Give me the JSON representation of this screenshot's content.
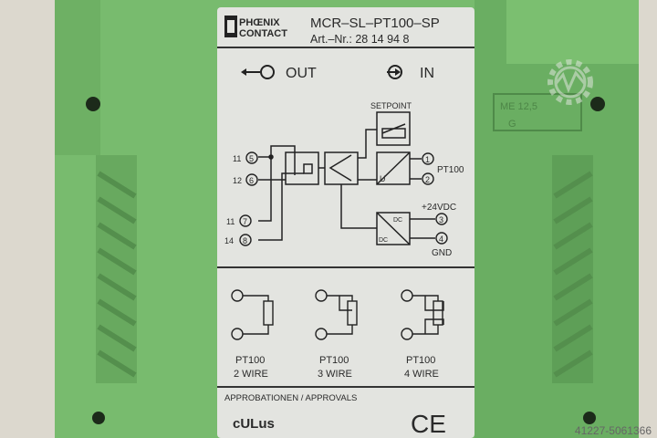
{
  "label": {
    "brand_line1": "PHŒNIX",
    "brand_line2": "CONTACT",
    "model": "MCR–SL–PT100–SP",
    "art_nr": "Art.–Nr.:  28  14  94  8",
    "out_label": "OUT",
    "in_label": "IN",
    "setpoint": "SETPOINT",
    "pt100": "PT100",
    "supply": "+24VDC",
    "gnd": "GND",
    "u": "U",
    "dc_top": "DC",
    "dc_bottom": "DC",
    "terminals_left": [
      {
        "name": "11",
        "num": "5"
      },
      {
        "name": "12",
        "num": "6"
      },
      {
        "name": "11",
        "num": "7"
      },
      {
        "name": "14",
        "num": "8"
      }
    ],
    "terminals_right": [
      "1",
      "2",
      "3",
      "4"
    ],
    "wiring": [
      {
        "type": "PT100",
        "wires": "2 WIRE"
      },
      {
        "type": "PT100",
        "wires": "3 WIRE"
      },
      {
        "type": "PT100",
        "wires": "4 WIRE"
      }
    ],
    "approvals": "APPROBATIONEN  /  APPROVALS",
    "ul_mark": "cULus",
    "ce_mark": "CE"
  },
  "housing": {
    "molded_text_1": "ME 12,5",
    "molded_text_2": "G",
    "color": "#74b86c"
  },
  "watermark": {
    "id_text": "41227-5061366"
  }
}
